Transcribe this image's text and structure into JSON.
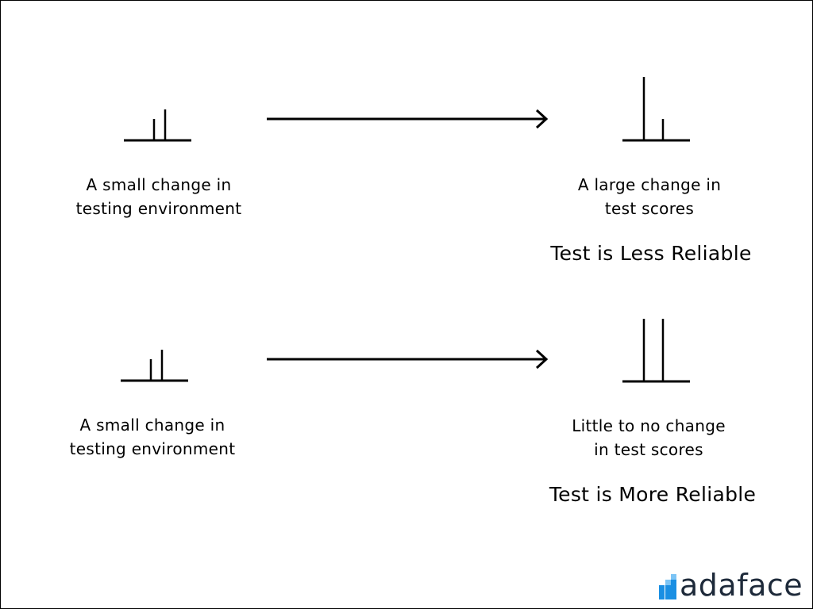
{
  "rows": [
    {
      "cause": {
        "line1": "A small change in",
        "line2": "testing environment"
      },
      "effect": {
        "line1": "A large change in",
        "line2": "test scores"
      },
      "verdict": "Test is Less Reliable"
    },
    {
      "cause": {
        "line1": "A small change in",
        "line2": "testing environment"
      },
      "effect": {
        "line1": "Little to no change",
        "line2": "in test scores"
      },
      "verdict": "Test is More Reliable"
    }
  ],
  "brand": {
    "name": "adaface",
    "text_color": "#1e2a3a",
    "mark_color": "#1a8fe3"
  },
  "colors": {
    "stroke": "#000000",
    "background": "#ffffff",
    "border": "#000000"
  },
  "icons": [
    "bar-glyph",
    "arrow-right-icon",
    "adaface-logo-icon"
  ]
}
